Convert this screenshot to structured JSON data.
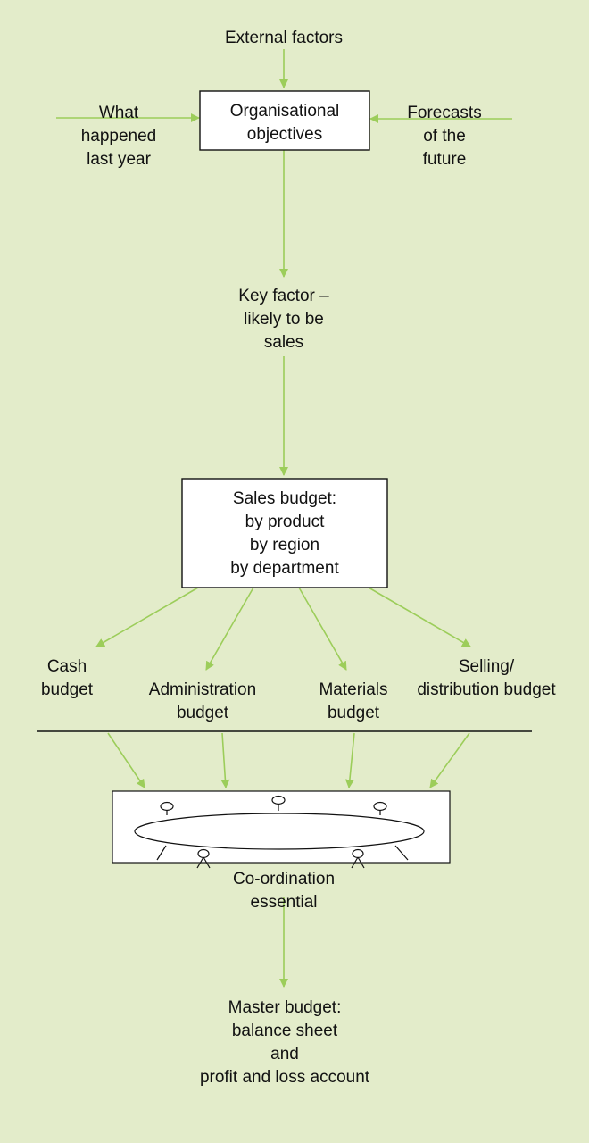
{
  "colors": {
    "background": "#e3ecca",
    "arrow": "#9ccd5a",
    "box_fill": "#ffffff",
    "box_stroke": "#111111",
    "text": "#111111"
  },
  "diagram": {
    "external_factors": "External factors",
    "what_happened": [
      "What",
      "happened",
      "last year"
    ],
    "objectives": [
      "Organisational",
      "objectives"
    ],
    "forecasts": [
      "Forecasts",
      "of the",
      "future"
    ],
    "key_factor": [
      "Key factor –",
      "likely to be",
      "sales"
    ],
    "sales_budget": [
      "Sales budget:",
      "by product",
      "by region",
      "by department"
    ],
    "cash_budget": [
      "Cash",
      "budget"
    ],
    "administration_budget": [
      "Administration",
      "budget"
    ],
    "materials_budget": [
      "Materials",
      "budget"
    ],
    "selling_budget": [
      "Selling/",
      "distribution budget"
    ],
    "coordination": [
      "Co-ordination",
      "essential"
    ],
    "meeting_icon": "meeting-table-icon",
    "master_budget": [
      "Master budget:",
      "balance sheet",
      "and",
      "profit and loss account"
    ]
  }
}
